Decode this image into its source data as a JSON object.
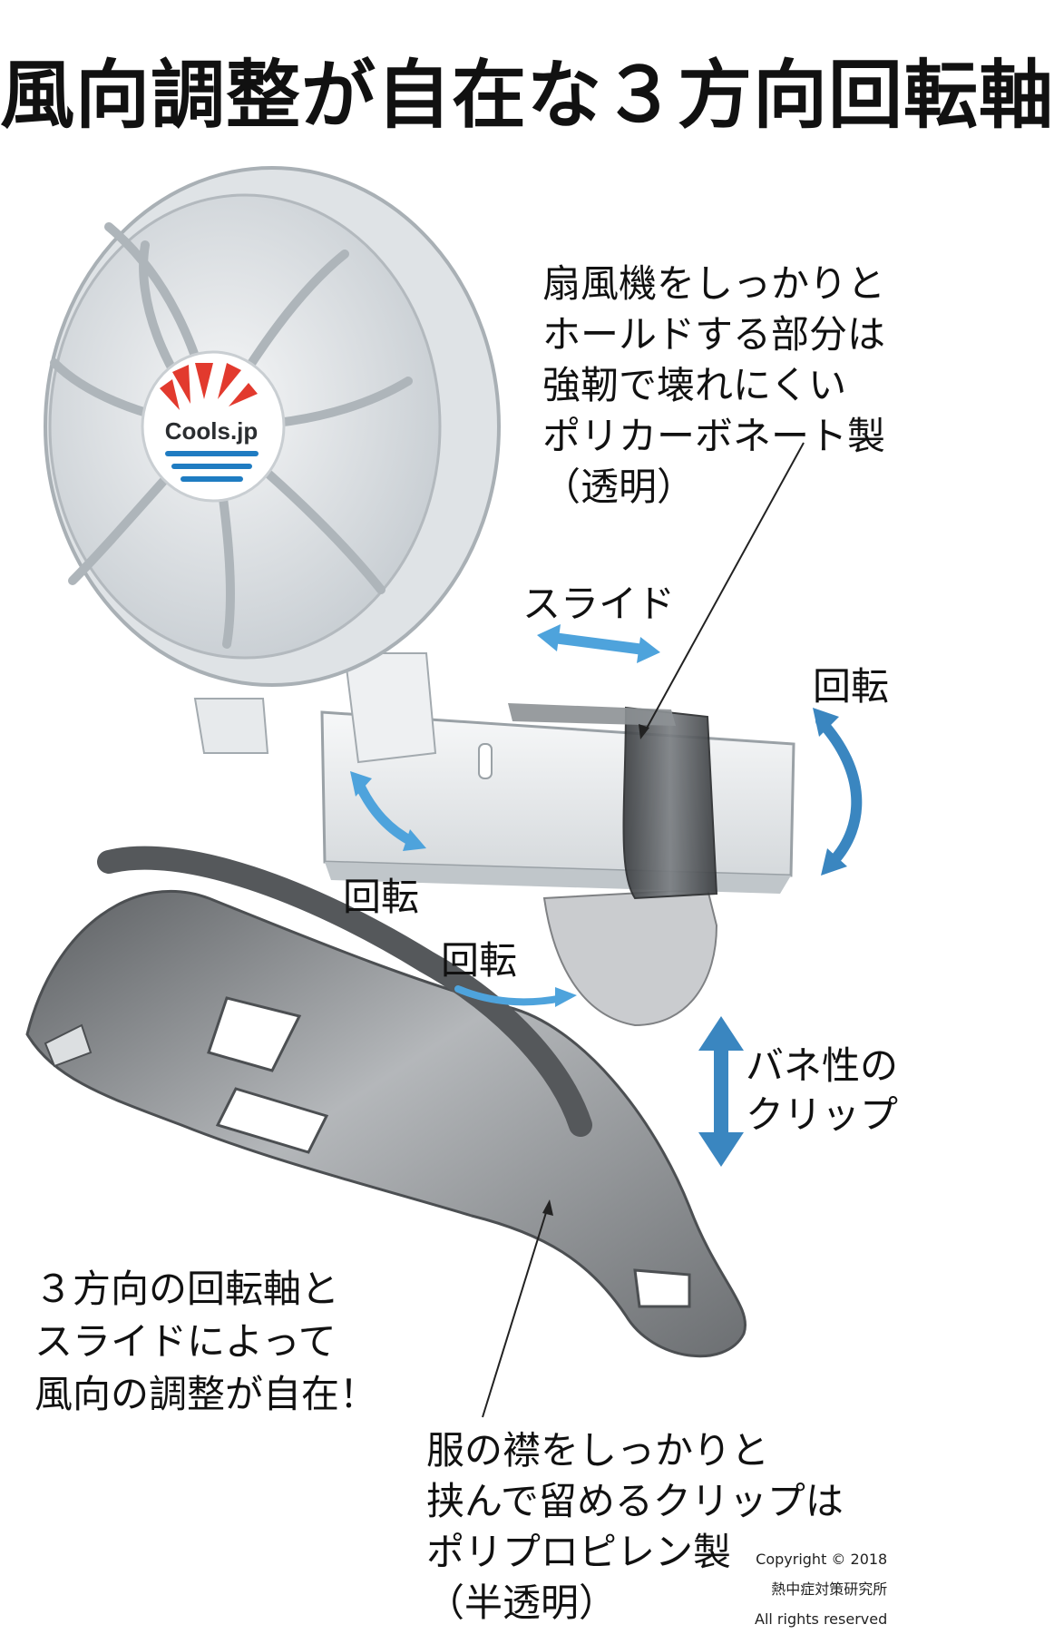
{
  "title": "風向調整が自在な３方向回転軸",
  "logo": {
    "text": "Cools.jp"
  },
  "callouts": {
    "holder": {
      "lines": [
        "扇風機をしっかりと",
        "ホールドする部分は",
        "強靭で壊れにくい",
        "ポリカーボネート製",
        "（透明）"
      ]
    },
    "clip": {
      "lines": [
        "服の襟をしっかりと",
        "挟んで留めるクリップは",
        "ポリプロピレン製",
        "（半透明）"
      ]
    },
    "summary": {
      "lines": [
        "３方向の回転軸と",
        "スライドによって",
        "風向の調整が自在！"
      ]
    }
  },
  "labels": {
    "slide": "スライド",
    "rotate_right": "回転",
    "rotate_left": "回転",
    "rotate_mid": "回転",
    "spring_clip": [
      "バネ性の",
      "クリップ"
    ]
  },
  "copyright": [
    "Copyright © 2018",
    "熱中症対策研究所",
    "All rights reserved"
  ],
  "colors": {
    "arrow": "#4ea3dc",
    "arrow_dark": "#3a86c0",
    "fan_body": "#eceff1",
    "fan_shadow": "#b8bfc5",
    "clip_gray": "#8d8f92",
    "holder_dark": "#4a4d50",
    "logo_red": "#e23a2e",
    "logo_blue": "#1f7cc2"
  }
}
